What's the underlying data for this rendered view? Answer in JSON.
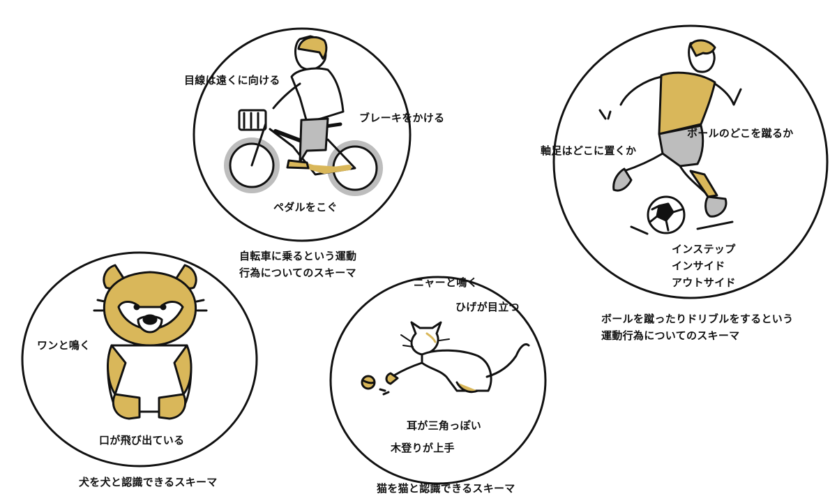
{
  "colors": {
    "accent": "#D9B75A",
    "line": "#111111",
    "gray": "#BDBDBD"
  },
  "bicycle": {
    "labels": {
      "gaze": "目線は遠くに向ける",
      "brake": "ブレーキをかける",
      "pedal": "ペダルをこぐ"
    },
    "caption": [
      "自転車に乗るという運動",
      "行為についてのスキーマ"
    ]
  },
  "soccer": {
    "labels": {
      "pivot": "軸足はどこに置くか",
      "ball_spot": "ボールのどこを蹴るか",
      "kick_types": [
        "インステップ",
        "インサイド",
        "アウトサイド"
      ]
    },
    "caption": [
      "ボールを蹴ったりドリブルをするという",
      "運動行為についてのスキーマ"
    ]
  },
  "dog": {
    "labels": {
      "bark": "ワンと鳴く",
      "mouth": "口が飛び出ている"
    },
    "caption": "犬を犬と認識できるスキーマ"
  },
  "cat": {
    "labels": {
      "meow": "ニャーと鳴く",
      "whiskers": "ひげが目立つ",
      "ears": "耳が三角っぽい",
      "climb": "木登りが上手"
    },
    "caption": "猫を猫と認識できるスキーマ"
  }
}
